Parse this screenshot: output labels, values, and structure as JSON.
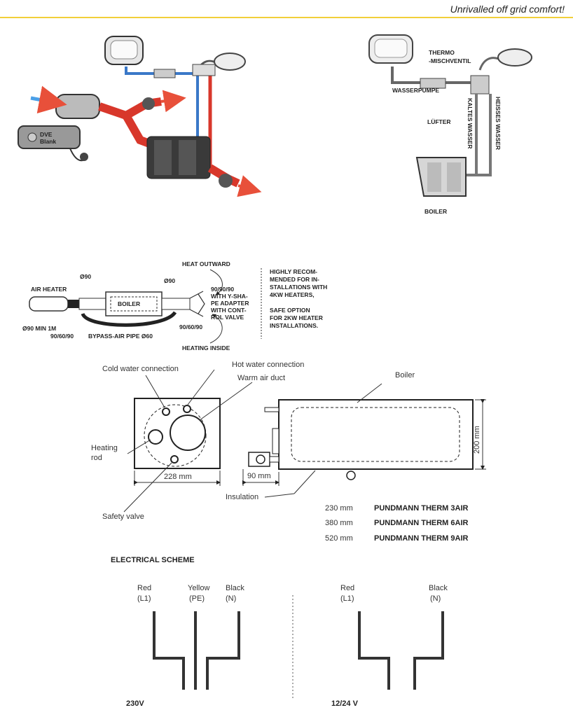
{
  "header": {
    "tagline": "Unrivalled off grid comfort!"
  },
  "colors": {
    "accent_yellow": "#f2cf3a",
    "hot_red": "#d8372b",
    "cold_blue": "#3a78c8",
    "arrow_blue": "#4aa0e8"
  },
  "illustration_left": {
    "label_shape": [
      "DVE",
      "Blank"
    ]
  },
  "illustration_right": {
    "thermo": "THERMO",
    "mischventil": "-MISCHVENTIL",
    "wasserpumpe": "WASSERPUMPE",
    "lufter": "LÜFTER",
    "kaltes_wasser": "KALTES WASSER",
    "heisses_wasser": "HEISSES WASSER",
    "boiler": "BOILER"
  },
  "air_diagram": {
    "heat_outward": "HEAT OUTWARD",
    "air_heater": "AIR HEATER",
    "d90_a": "Ø90",
    "d90_b": "Ø90",
    "boiler": "BOILER",
    "adapter_1": "90/90/90",
    "adapter_2": "WITH Y-SHA-",
    "adapter_3": "PE ADAPTER",
    "adapter_4": "WITH CONT-",
    "adapter_5": "ROL VALVE",
    "min_1m": "Ø90 MIN 1M",
    "elbow_a": "90/60/90",
    "bypass": "BYPASS-AIR PIPE Ø60",
    "elbow_b": "90/60/90",
    "heating_inside": "HEATING INSIDE",
    "note_1": "HIGHLY RECOM-",
    "note_2": "MENDED FOR IN-",
    "note_3": "STALLATIONS WITH",
    "note_4": "4KW HEATERS,",
    "note_5": "SAFE OPTION",
    "note_6": "FOR 2KW HEATER",
    "note_7": "INSTALLATIONS."
  },
  "dimensions": {
    "cold_water": "Cold water connection",
    "hot_water": "Hot water connection",
    "warm_air": "Warm air duct",
    "heating_rod_1": "Heating",
    "heating_rod_2": "rod",
    "safety_valve": "Safety valve",
    "width_front": "228 mm",
    "boiler": "Boiler",
    "height": "200 mm",
    "offset": "90 mm",
    "insulation": "Insulation",
    "models": [
      {
        "length": "230 mm",
        "name": "PUNDMANN THERM 3AIR"
      },
      {
        "length": "380 mm",
        "name": "PUNDMANN THERM 6AIR"
      },
      {
        "length": "520 mm",
        "name": "PUNDMANN THERM 9AIR"
      }
    ]
  },
  "electrical": {
    "title": "ELECTRICAL SCHEME",
    "left": {
      "red": "Red",
      "red_code": "(L1)",
      "yellow": "Yellow",
      "yellow_code": "(PE)",
      "black": "Black",
      "black_code": "(N)",
      "voltage": "230V"
    },
    "right": {
      "red": "Red",
      "red_code": "(L1)",
      "black": "Black",
      "black_code": "(N)",
      "voltage": "12/24 V"
    }
  }
}
